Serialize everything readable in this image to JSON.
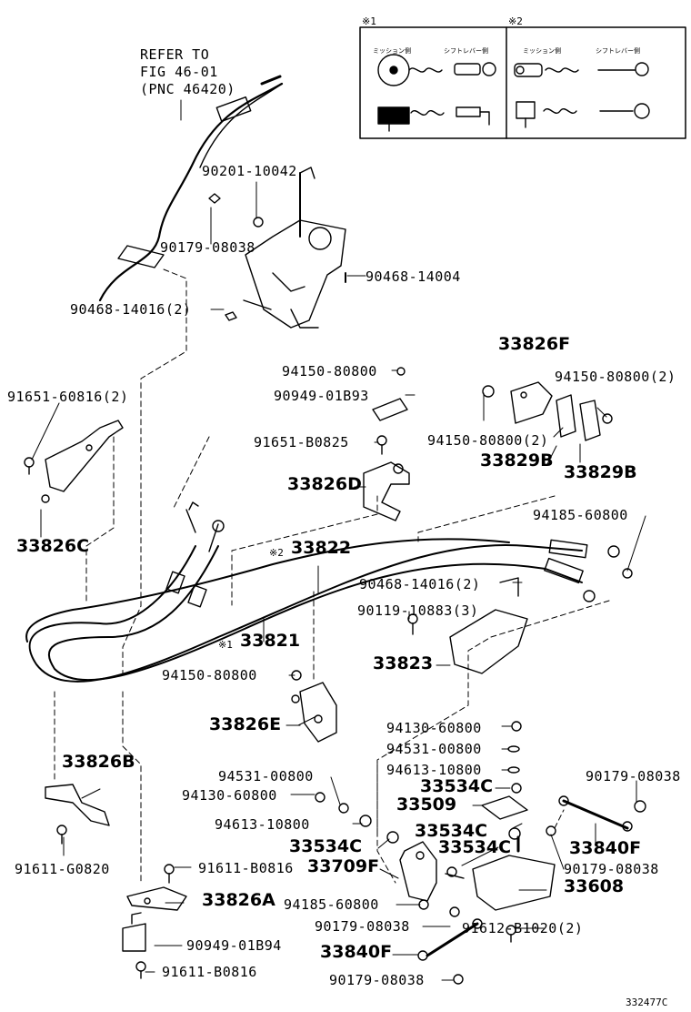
{
  "refer": {
    "line1": "REFER TO",
    "line2": "FIG 46-01",
    "line3": "(PNC 46420)"
  },
  "legend": {
    "mark1": "※1",
    "mark2": "※2",
    "col_mission": "ミッション側",
    "col_shift": "シフトレバー側"
  },
  "parts": {
    "p90201_10042": "90201-10042",
    "p90179_08038_top": "90179-08038",
    "p90468_14004": "90468-14004",
    "p90468_14016_top": "90468-14016(2)",
    "p94150_80800_a": "94150-80800",
    "p90949_01B93": "90949-01B93",
    "p91651_60816": "91651-60816(2)",
    "p33826F": "33826F",
    "p94150_80800_2a": "94150-80800(2)",
    "p94150_80800_2b": "94150-80800(2)",
    "p91651_B0825": "91651-B0825",
    "p33829B_a": "33829B",
    "p33829B_b": "33829B",
    "p33826D": "33826D",
    "p33826C": "33826C",
    "p94185_60800_a": "94185-60800",
    "p33822": "33822",
    "p33822_mark": "※2",
    "p90468_14016_mid": "90468-14016(2)",
    "p90119_10883": "90119-10883(3)",
    "p33821": "33821",
    "p33821_mark": "※1",
    "p33823": "33823",
    "p94150_80800_b": "94150-80800",
    "p33826E": "33826E",
    "p94130_60800_r": "94130-60800",
    "p94531_00800_r": "94531-00800",
    "p94613_10800_r": "94613-10800",
    "p33534C_a": "33534C",
    "p90179_08038_r": "90179-08038",
    "p33509": "33509",
    "p33826B": "33826B",
    "p94531_00800_l": "94531-00800",
    "p94130_60800_l": "94130-60800",
    "p94613_10800_l": "94613-10800",
    "p33534C_b": "33534C",
    "p33840F_a": "33840F",
    "p33534C_c": "33534C",
    "p33534C_d": "33534C",
    "p90179_08038_r2": "90179-08038",
    "p91611_G0820": "91611-G0820",
    "p91611_B0816_a": "91611-B0816",
    "p33709F": "33709F",
    "p33608": "33608",
    "p33826A": "33826A",
    "p94185_60800_b": "94185-60800",
    "p90179_08038_b1": "90179-08038",
    "p90949_01B94": "90949-01B94",
    "p33840F_b": "33840F",
    "p91612_B1020": "91612-B1020(2)",
    "p91611_B0816_b": "91611-B0816",
    "p90179_08038_b2": "90179-08038"
  },
  "figure_id": "332477C"
}
